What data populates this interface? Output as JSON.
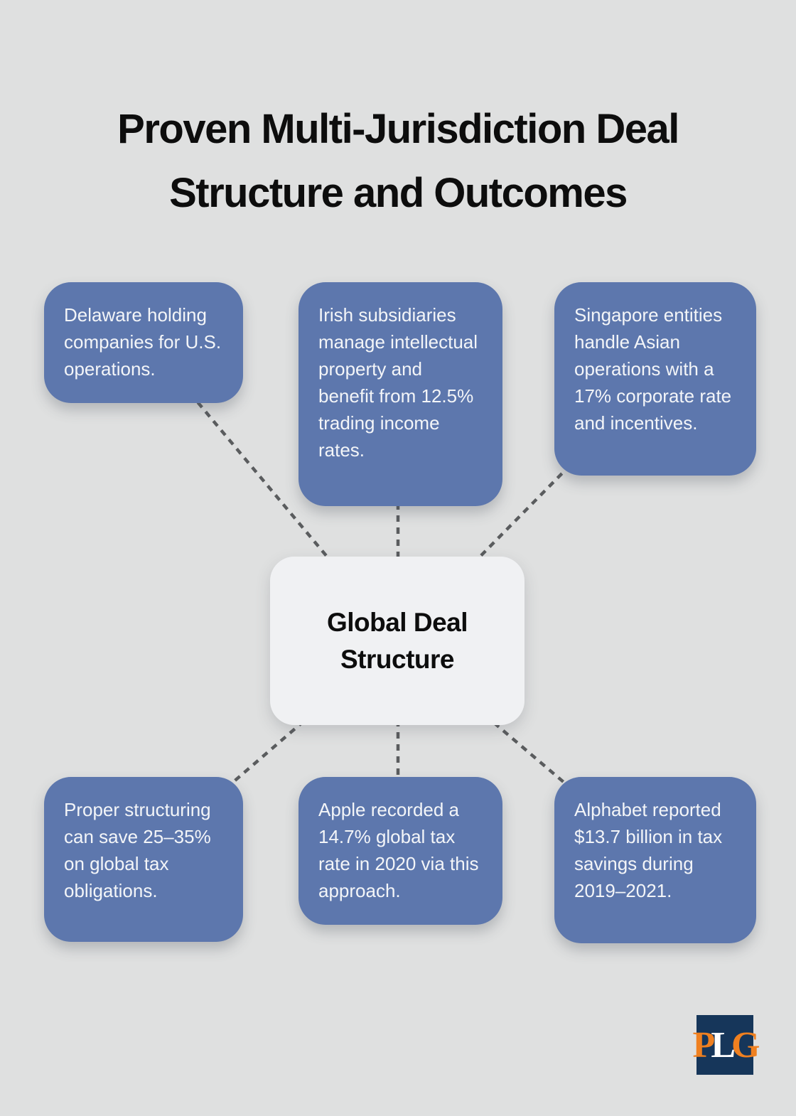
{
  "header": {
    "title": "Proven Multi-Jurisdiction Deal Structure and Outcomes"
  },
  "diagram": {
    "center": {
      "label": "Global Deal Structure"
    },
    "nodes": [
      {
        "position": "top-left",
        "text": "Delaware holding companies for U.S. operations."
      },
      {
        "position": "top-center",
        "text": "Irish subsidiaries manage intellectual property and benefit from 12.5% trading income rates."
      },
      {
        "position": "top-right",
        "text": "Singapore entities handle Asian operations with a 17% corporate rate and incentives."
      },
      {
        "position": "bottom-left",
        "text": "Proper structuring can save 25–35% on global tax obligations."
      },
      {
        "position": "bottom-center",
        "text": "Apple recorded a 14.7% global tax rate in 2020 via this approach."
      },
      {
        "position": "bottom-right",
        "text": "Alphabet reported $13.7 billion in tax savings during 2019–2021."
      }
    ],
    "colors": {
      "background": "#dfe0e0",
      "node_fill": "#5d77ad",
      "node_text": "#f3f5f8",
      "center_fill": "#f0f1f3",
      "center_text": "#0d0d0d",
      "connector": "#5a5c5e"
    }
  },
  "logo": {
    "text": "PLG",
    "background": "#16365a",
    "letters": [
      {
        "char": "P",
        "color": "#ef8020"
      },
      {
        "char": "L",
        "color": "#ffffff"
      },
      {
        "char": "G",
        "color": "#ef8020"
      }
    ]
  }
}
